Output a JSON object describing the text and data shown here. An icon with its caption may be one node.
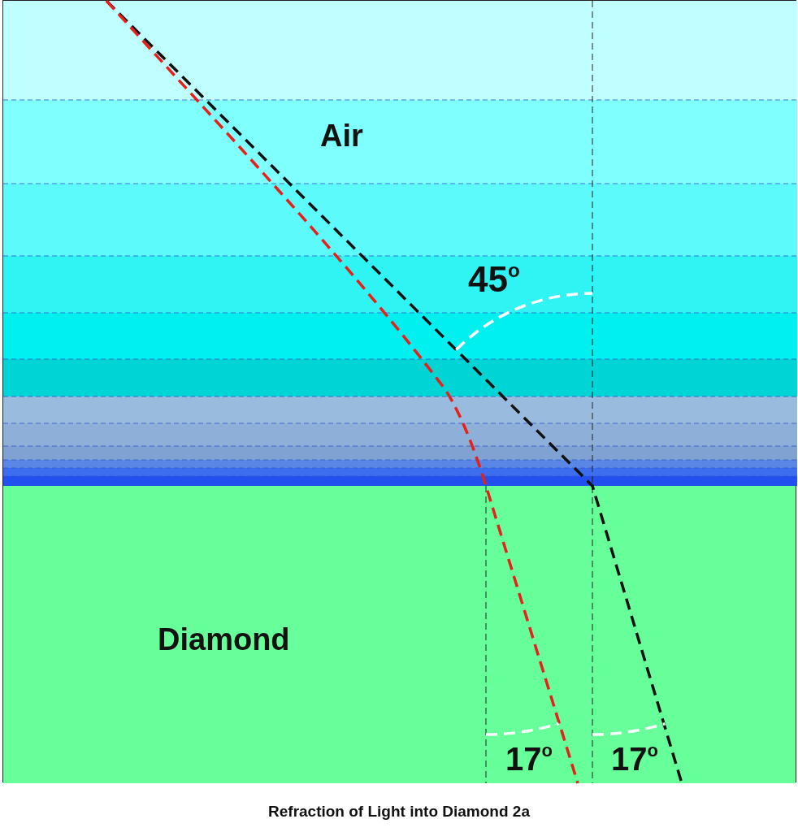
{
  "diagram": {
    "caption": "Refraction of Light into Diamond 2a",
    "nodes": [
      {
        "text": [
          "Air"
        ]
      },
      {
        "text": [
          "Diamond"
        ]
      }
    ],
    "labels": [
      "45$^{o}$",
      "17$^{o}$",
      "17$^{o}$"
    ]
  }
}
